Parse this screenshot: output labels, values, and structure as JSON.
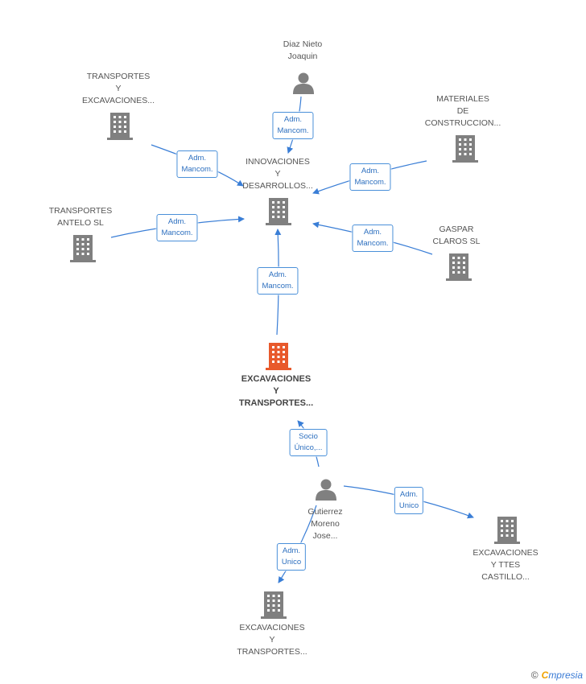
{
  "colors": {
    "edge": "#3a7ed6",
    "building": "#808080",
    "center": "#e8592b",
    "person": "#808080"
  },
  "nodes": [
    {
      "id": "diaz",
      "type": "person",
      "lines": [
        "Diaz Nieto",
        "Joaquin"
      ]
    },
    {
      "id": "transportes1",
      "type": "company",
      "lines": [
        "TRANSPORTES",
        "Y",
        "EXCAVACIONES..."
      ]
    },
    {
      "id": "materiales",
      "type": "company",
      "lines": [
        "MATERIALES",
        "DE",
        "CONSTRUCCION..."
      ]
    },
    {
      "id": "innovaciones",
      "type": "company",
      "lines": [
        "INNOVACIONES",
        "Y",
        "DESARROLLOS..."
      ]
    },
    {
      "id": "antelo",
      "type": "company",
      "lines": [
        "TRANSPORTES",
        "ANTELO SL"
      ]
    },
    {
      "id": "gaspar",
      "type": "company",
      "lines": [
        "GASPAR",
        "CLAROS SL"
      ]
    },
    {
      "id": "main",
      "type": "company-main",
      "lines": [
        "EXCAVACIONES",
        "Y",
        "TRANSPORTES..."
      ]
    },
    {
      "id": "gutierrez",
      "type": "person",
      "lines": [
        "Gutierrez",
        "Moreno",
        "Jose..."
      ]
    },
    {
      "id": "castillo",
      "type": "company",
      "lines": [
        "EXCAVACIONES",
        "Y TTES",
        "CASTILLO..."
      ]
    },
    {
      "id": "excav_bottom",
      "type": "company",
      "lines": [
        "EXCAVACIONES",
        "Y",
        "TRANSPORTES..."
      ]
    }
  ],
  "edges": [
    {
      "id": "e1",
      "lines": [
        "Adm.",
        "Mancom."
      ]
    },
    {
      "id": "e2",
      "lines": [
        "Adm.",
        "Mancom."
      ]
    },
    {
      "id": "e3",
      "lines": [
        "Adm.",
        "Mancom."
      ]
    },
    {
      "id": "e4",
      "lines": [
        "Adm.",
        "Mancom."
      ]
    },
    {
      "id": "e5",
      "lines": [
        "Adm.",
        "Mancom."
      ]
    },
    {
      "id": "e6",
      "lines": [
        "Adm.",
        "Mancom."
      ]
    },
    {
      "id": "e7",
      "lines": [
        "Socio",
        "Único,..."
      ]
    },
    {
      "id": "e8",
      "lines": [
        "Adm.",
        "Unico"
      ]
    },
    {
      "id": "e9",
      "lines": [
        "Adm.",
        "Unico"
      ]
    }
  ],
  "footer": {
    "copyright": "©",
    "brand_first": "C",
    "brand_rest": "mpresia"
  }
}
